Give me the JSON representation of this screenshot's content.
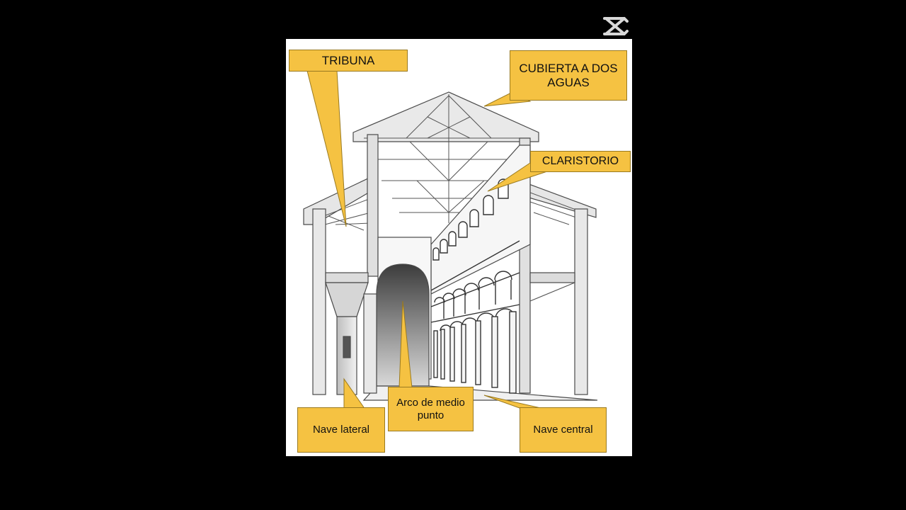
{
  "colors": {
    "background": "#000000",
    "panel": "#ffffff",
    "callout": "#f5c242",
    "callout_border": "#9a7a20",
    "line": "#3a3a3a",
    "logo": "#d8d8d8"
  },
  "icons": {
    "watermark": "capcut-logo"
  },
  "labels": {
    "tribuna": "TRIBUNA",
    "cubierta": "CUBIERTA A DOS AGUAS",
    "claristorio": "CLARISTORIO",
    "nave_lateral": "Nave lateral",
    "arco": "Arco de medio punto",
    "nave_central": "Nave central"
  }
}
